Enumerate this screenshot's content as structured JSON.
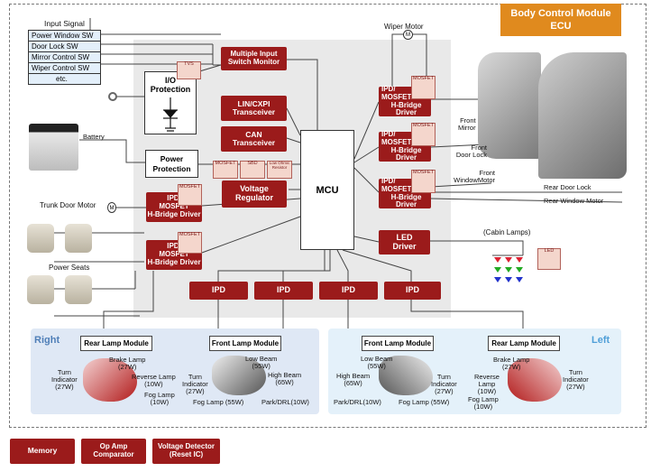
{
  "ecu": {
    "title_line1": "Body Control Module",
    "title_line2": "ECU"
  },
  "input_signal": {
    "title": "Input Signal",
    "items": [
      "Power Window SW",
      "Door Lock SW",
      "Mirror Control SW",
      "Wiper Control SW",
      "etc."
    ]
  },
  "blocks": {
    "multi_input_1": "Multiple Input",
    "multi_input_2": "Switch Monitor",
    "io_1": "I/O",
    "io_2": "Protection",
    "tvs": "TVS",
    "lin_1": "LIN/CXPI",
    "lin_2": "Transceiver",
    "can_1": "CAN",
    "can_2": "Transceiver",
    "power_1": "Power",
    "power_2": "Protection",
    "mcu": "MCU",
    "vreg_1": "Voltage",
    "vreg_2": "Regulator",
    "vreg_chips": [
      "MOSFET",
      "SBD",
      "Low Ohmic Resistor"
    ],
    "led_driver_1": "LED",
    "led_driver_2": "Driver",
    "hbridge_l1": "IPD/",
    "hbridge_l2": "MOSFET/",
    "hbridge_l3": "H-Bridge Driver",
    "hbridge_s1": "IPD/",
    "hbridge_s2": "MOSFET",
    "hbridge_s3": "H-Bridge Driver",
    "mosfet": "MOSFET",
    "ipd": "IPD",
    "led_chip": "LED"
  },
  "labels": {
    "wiper_motor": "Wiper Motor",
    "front_mirror_1": "Front",
    "front_mirror_2": "Mirror",
    "front_door_lock_1": "Front",
    "front_door_lock_2": "Door Lock",
    "front_window_1": "Front",
    "front_window_2": "WindowMotor",
    "rear_door_lock": "Rear Door Lock",
    "rear_window_motor": "Rear Window Motor",
    "battery": "Battery",
    "trunk_door_motor": "Trunk Door Motor",
    "power_seats": "Power Seats",
    "cabin_lamps": "(Cabin Lamps)",
    "motor_symbol": "M"
  },
  "right_panel": {
    "side": "Right",
    "rear_module": "Rear Lamp Module",
    "front_module": "Front Lamp Module",
    "brake_lamp": "Brake Lamp",
    "brake_w": "(27W)",
    "turn_1": "Turn",
    "turn_2": "Indicator",
    "turn_w": "(27W)",
    "reverse": "Reverse Lamp",
    "reverse_w": "(10W)",
    "fog": "Fog Lamp",
    "fog_w": "(10W)",
    "f_turn_1": "Turn",
    "f_turn_2": "Indicator",
    "f_turn_w": "(27W)",
    "low_beam": "Low Beam",
    "low_w": "(55W)",
    "high_beam": "High Beam",
    "high_w": "(65W)",
    "f_fog": "Fog Lamp",
    "f_fog_w": "(55W)",
    "park": "Park/DRL",
    "park_w": "(10W)"
  },
  "left_panel": {
    "side": "Left",
    "front_module": "Front Lamp Module",
    "rear_module": "Rear Lamp Module",
    "low_beam": "Low Beam",
    "low_w": "(55W)",
    "high_beam": "High Beam",
    "high_w": "(65W)",
    "f_turn_1": "Turn",
    "f_turn_2": "Indicator",
    "f_turn_w": "(27W)",
    "park": "Park/DRL",
    "park_w": "(10W)",
    "f_fog": "Fog Lamp",
    "f_fog_w": "(55W)",
    "brake_lamp": "Brake Lamp",
    "brake_w": "(27W)",
    "reverse_1": "Reverse",
    "reverse_2": "Lamp",
    "reverse_w": "(10W)",
    "fog": "Fog Lamp",
    "fog_w": "(10W)",
    "turn_1": "Turn",
    "turn_2": "Indicator",
    "turn_w": "(27W)"
  },
  "legend": {
    "memory": "Memory",
    "opamp_1": "Op Amp",
    "opamp_2": "Comparator",
    "vdet_1": "Voltage Detector",
    "vdet_2": "(Reset IC)"
  },
  "colors": {
    "accent_red": "#9b1b1b",
    "ecu_orange": "#e08a1e",
    "right_panel": "#dfe8f5",
    "left_panel": "#e4f1fa"
  }
}
